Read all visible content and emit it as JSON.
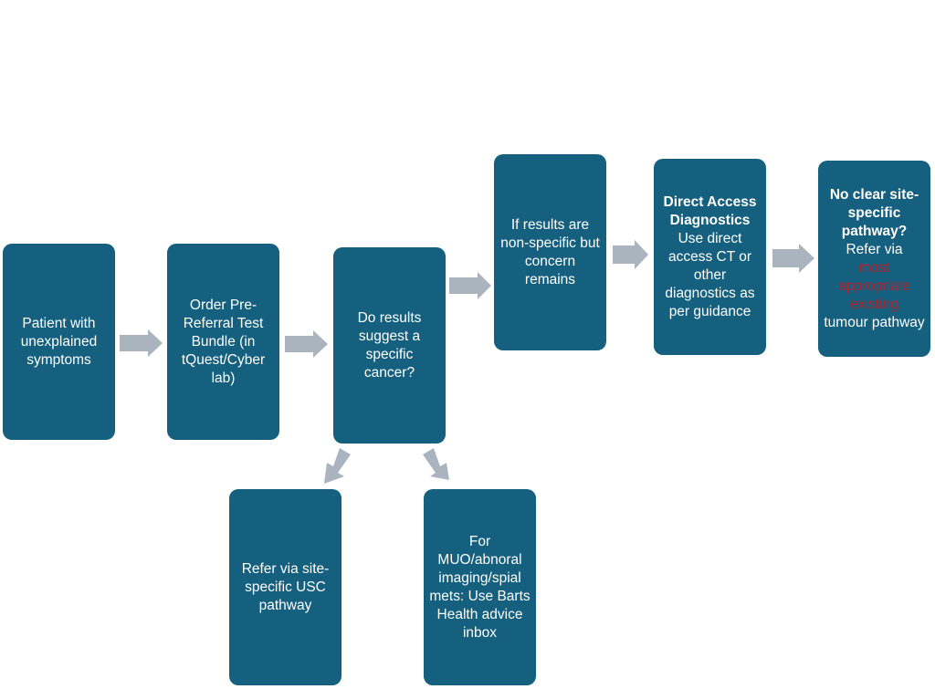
{
  "colors": {
    "box_fill": "#15607f",
    "box_text": "#ffffff",
    "arrow": "#a9b4bf",
    "highlight": "#b8202a"
  },
  "nodes": {
    "patient": {
      "text": "Patient with unexplained symptoms"
    },
    "order_test": {
      "text": "Order Pre-Referral Test Bundle (in tQuest/Cyber lab)"
    },
    "decision": {
      "text": "Do results suggest a specific cancer?"
    },
    "non_specific": {
      "text": "If results are non-specific but concern remains"
    },
    "direct_access": {
      "title": "Direct Access Diagnostics",
      "body": "Use direct access CT or other diagnostics as per guidance"
    },
    "no_clear": {
      "title": "No clear site-specific pathway?",
      "body_prefix": "Refer via",
      "body_highlight": "most appropriate existing",
      "body_suffix": "tumour pathway"
    },
    "site_specific": {
      "text": "Refer via site-specific USC pathway"
    },
    "muo": {
      "text": "For MUO/abnoral imaging/spial mets: Use Barts Health advice inbox"
    }
  },
  "edges": [
    {
      "from": "patient",
      "to": "order_test"
    },
    {
      "from": "order_test",
      "to": "decision"
    },
    {
      "from": "decision",
      "to": "non_specific"
    },
    {
      "from": "non_specific",
      "to": "direct_access"
    },
    {
      "from": "direct_access",
      "to": "no_clear"
    },
    {
      "from": "decision",
      "to": "site_specific"
    },
    {
      "from": "decision",
      "to": "muo"
    }
  ]
}
